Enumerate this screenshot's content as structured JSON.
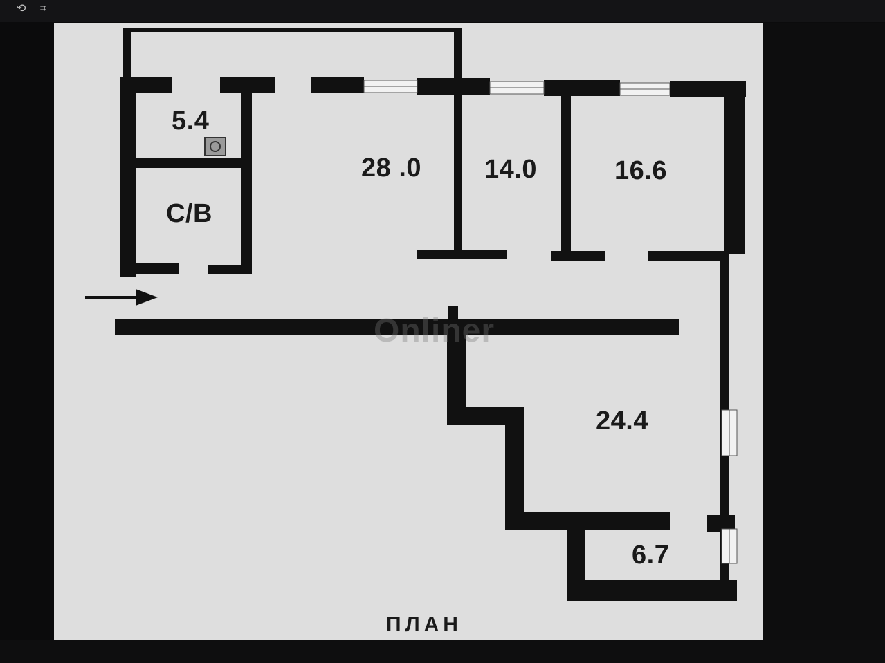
{
  "toolbar": {
    "icons": [
      "rotate-icon",
      "crop-icon"
    ],
    "rotate_glyph": "⟲",
    "crop_glyph": "⌗"
  },
  "plan": {
    "title": "ПЛАН",
    "watermark": "Onliner",
    "rooms": [
      {
        "id": "small-room",
        "area": "5.4"
      },
      {
        "id": "bathroom",
        "label": "С/В"
      },
      {
        "id": "living-room",
        "area": "28 .0"
      },
      {
        "id": "bedroom-1",
        "area": "14.0"
      },
      {
        "id": "bedroom-2",
        "area": "16.6"
      },
      {
        "id": "big-room",
        "area": "24.4"
      },
      {
        "id": "balcony",
        "area": "6.7"
      }
    ]
  },
  "colors": {
    "wall": "#111111",
    "paper": "#dedede",
    "background": "#0b0b0c"
  }
}
